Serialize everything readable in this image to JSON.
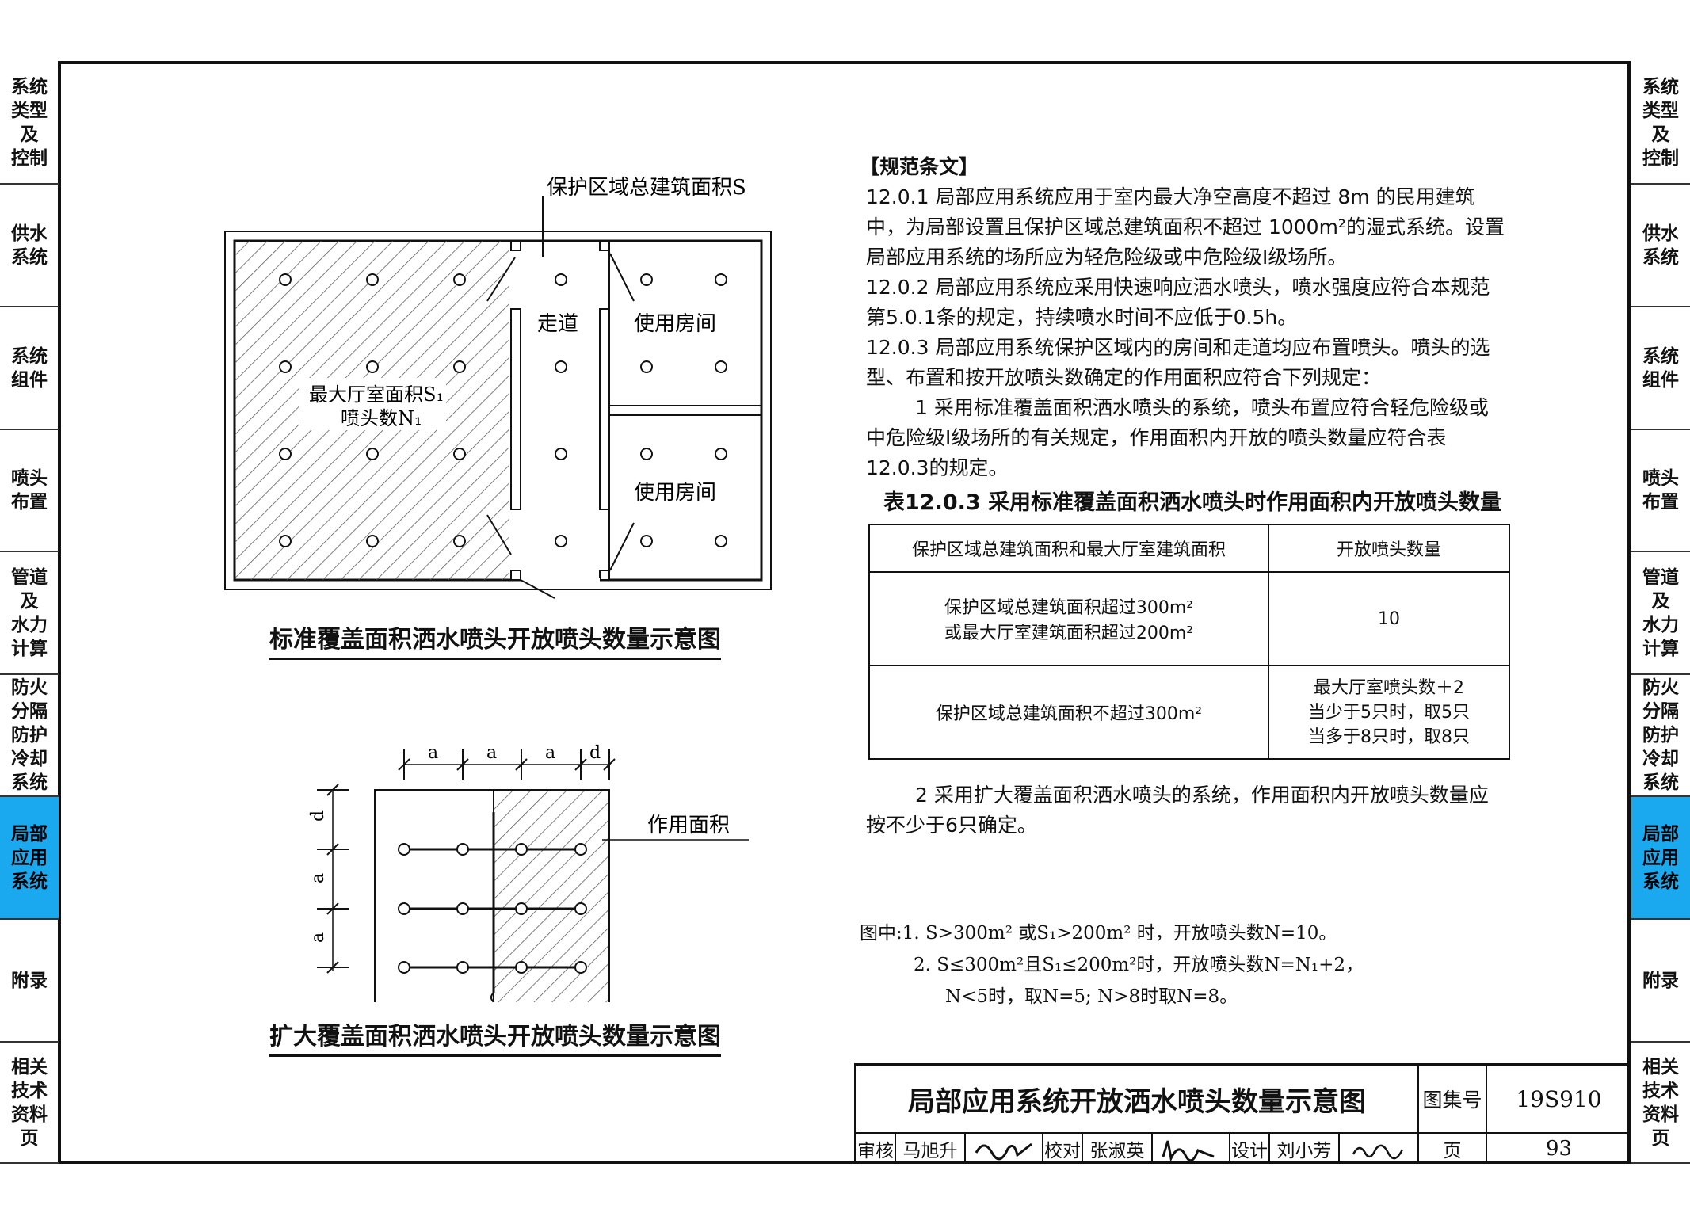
{
  "side_tabs": [
    {
      "label": "系统\n类型\n及\n控制",
      "active": false
    },
    {
      "label": "供水\n系统",
      "active": false
    },
    {
      "label": "系统\n组件",
      "active": false
    },
    {
      "label": "喷头\n布置",
      "active": false
    },
    {
      "label": "管道\n及\n水力\n计算",
      "active": false
    },
    {
      "label": "防火\n分隔\n防护\n冷却\n系统",
      "active": false
    },
    {
      "label": "局部\n应用\n系统",
      "active": true
    },
    {
      "label": "附录",
      "active": false
    },
    {
      "label": "相关\n技术\n资料\n页",
      "active": false
    }
  ],
  "accent_color": "#1aa9ee",
  "figure1": {
    "caption": "标准覆盖面积洒水喷头开放喷头数量示意图",
    "label_total_area": "保护区域总建筑面积S",
    "label_corridor": "走道",
    "label_room1": "使用房间",
    "label_room2": "使用房间",
    "label_hall_area": "最大厅室面积S₁",
    "label_hall_heads": "喷头数N₁"
  },
  "figure2": {
    "caption": "扩大覆盖面积洒水喷头开放喷头数量示意图",
    "label_area": "作用面积",
    "dim_a": "a",
    "dim_d": "d"
  },
  "spec": {
    "heading": "【规范条文】",
    "paragraphs": [
      "12.0.1 局部应用系统应用于室内最大净空高度不超过 8m 的民用建筑中，为局部设置且保护区域总建筑面积不超过 1000m²的湿式系统。设置局部应用系统的场所应为轻危险级或中危险级Ⅰ级场所。",
      "12.0.2 局部应用系统应采用快速响应洒水喷头，喷水强度应符合本规范第5.0.1条的规定，持续喷水时间不应低于0.5h。",
      "12.0.3 局部应用系统保护区域内的房间和走道均应布置喷头。喷头的选型、布置和按开放喷头数确定的作用面积应符合下列规定：",
      "1 采用标准覆盖面积洒水喷头的系统，喷头布置应符合轻危险级或中危险级Ⅰ级场所的有关规定，作用面积内开放的喷头数量应符合表12.0.3的规定。"
    ],
    "table_caption": "表12.0.3 采用标准覆盖面积洒水喷头时作用面积内开放喷头数量",
    "table_headers": [
      "保护区域总建筑面积和最大厅室建筑面积",
      "开放喷头数量"
    ],
    "table_rows": [
      {
        "condition_line1": "保护区域总建筑面积超过300m²",
        "condition_line2": "或最大厅室建筑面积超过200m²",
        "value_line1": "10",
        "value_line2": "",
        "value_line3": ""
      },
      {
        "condition_line1": "保护区域总建筑面积不超过300m²",
        "condition_line2": "",
        "value_line1": "最大厅室喷头数＋2",
        "value_line2": "当少于5只时，取5只",
        "value_line3": "当多于8只时，取8只"
      }
    ],
    "paragraph_after": "2 采用扩大覆盖面积洒水喷头的系统，作用面积内开放喷头数量应按不少于6只确定。"
  },
  "notes": {
    "line1": "图中:1. S>300m² 或S₁>200m² 时，开放喷头数N=10。",
    "line2": "2. S≤300m²且S₁≤200m²时，开放喷头数N=N₁+2，",
    "line3": "N<5时，取N=5; N>8时取N=8。"
  },
  "title_block": {
    "title": "局部应用系统开放洒水喷头数量示意图",
    "atlas_label": "图集号",
    "atlas_no": "19S910",
    "page_label": "页",
    "page_no": "93",
    "review_label": "审核",
    "reviewer": "马旭升",
    "check_label": "校对",
    "checker": "张淑英",
    "design_label": "设计",
    "designer": "刘小芳"
  }
}
